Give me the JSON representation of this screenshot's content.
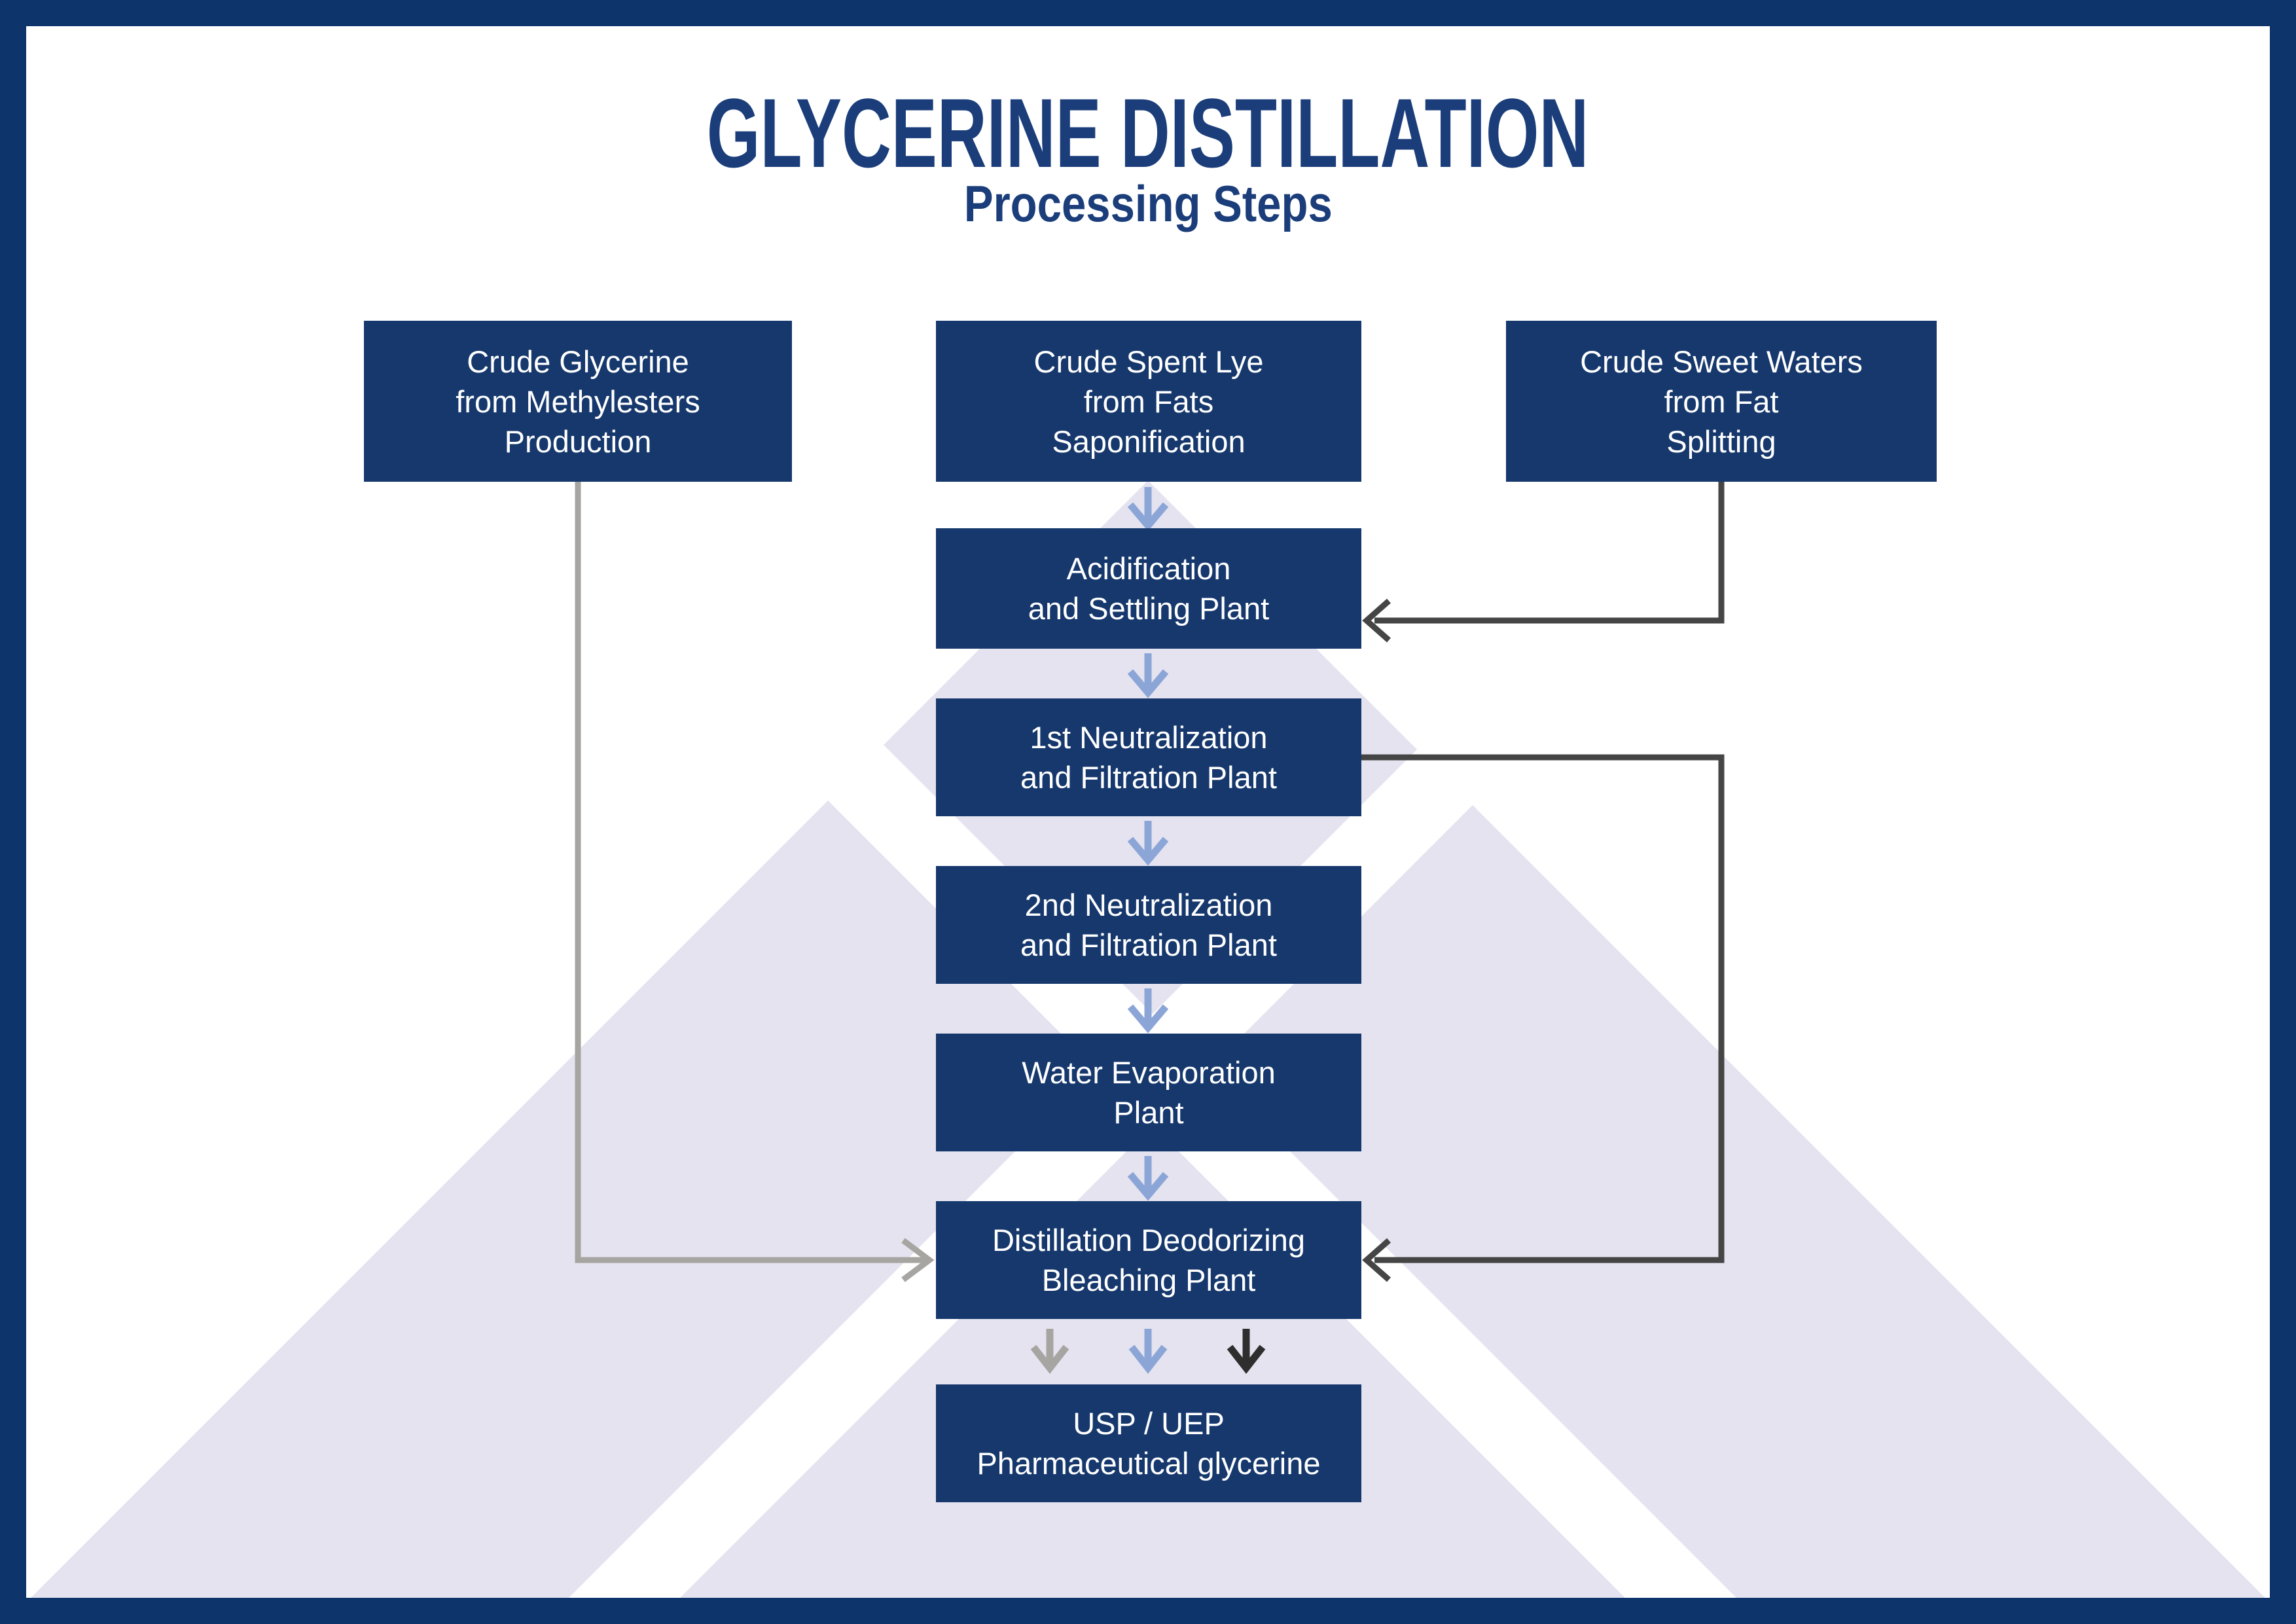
{
  "header": {
    "title": "GLYCERINE DISTILLATION",
    "subtitle": "Processing Steps"
  },
  "boxes": {
    "crude_glycerine": {
      "line1": "Crude Glycerine",
      "line2": "from Methylesters",
      "line3": "Production"
    },
    "crude_spent_lye": {
      "line1": "Crude Spent Lye",
      "line2": "from Fats",
      "line3": "Saponification"
    },
    "crude_sweet_waters": {
      "line1": "Crude Sweet Waters",
      "line2": "from Fat",
      "line3": "Splitting"
    },
    "acidification": {
      "line1": "Acidification",
      "line2": "and Settling Plant"
    },
    "neutralization1": {
      "line1": "1st Neutralization",
      "line2": "and Filtration Plant"
    },
    "neutralization2": {
      "line1": "2nd Neutralization",
      "line2": "and Filtration Plant"
    },
    "water_evaporation": {
      "line1": "Water Evaporation",
      "line2": "Plant"
    },
    "distillation": {
      "line1": "Distillation Deodorizing",
      "line2": "Bleaching Plant"
    },
    "usp_uep": {
      "line1": "USP / UEP",
      "line2": "Pharmaceutical glycerine"
    }
  },
  "colors": {
    "frame": "#0e356b",
    "node": "#16386d",
    "node_text": "#ffffff",
    "title_color": "#1b3e7b",
    "arrow_blue": "#8ca5d7",
    "arrow_gray": "#a7a5a2",
    "arrow_dark": "#454545",
    "arrow_black": "#2e2e2e",
    "watermark": "#e4e3ef"
  }
}
